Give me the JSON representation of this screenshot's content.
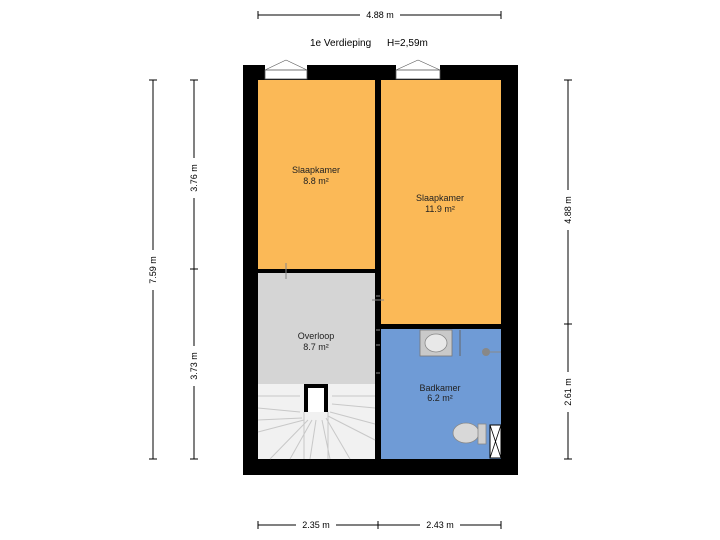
{
  "plan": {
    "floor_label": "1e Verdieping",
    "height_label": "H=2,59m"
  },
  "rooms": {
    "slaapkamer_left": {
      "name": "Slaapkamer",
      "area": "8.8 m²",
      "color": "#fbb957"
    },
    "slaapkamer_right": {
      "name": "Slaapkamer",
      "area": "11.9 m²",
      "color": "#fbb957"
    },
    "overloop": {
      "name": "Overloop",
      "area": "8.7 m²",
      "color": "#d5d5d5"
    },
    "badkamer": {
      "name": "Badkamer",
      "area": "6.2 m²",
      "color": "#6f9bd6"
    }
  },
  "dimensions": {
    "top_width": "4.88 m",
    "bottom_left": "2.35 m",
    "bottom_right": "2.43 m",
    "left_total": "7.59 m",
    "left_upper": "3.76 m",
    "left_lower": "3.73 m",
    "right_upper": "4.88 m",
    "right_lower": "2.61 m"
  },
  "colors": {
    "wall": "#000000"
  }
}
